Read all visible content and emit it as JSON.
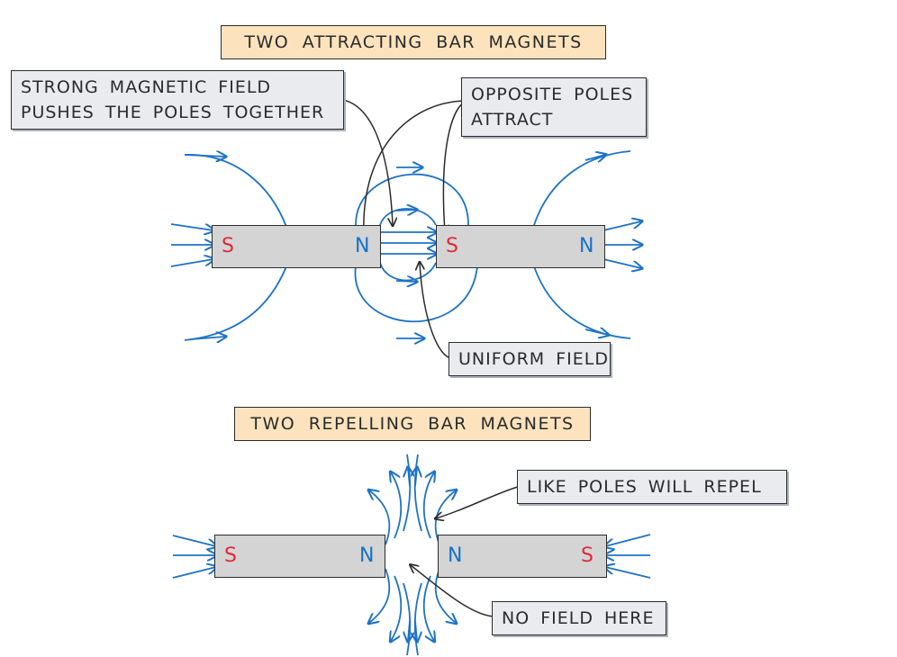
{
  "titles": {
    "attracting": "TWO ATTRACTING BAR MAGNETS",
    "repelling": "TWO REPELLING BAR MAGNETS"
  },
  "labels": {
    "strong_field_line1": "STRONG MAGNETIC FIELD",
    "strong_field_line2": "PUSHES THE POLES TOGETHER",
    "opposite_line1": "OPPOSITE POLES",
    "opposite_line2": "ATTRACT",
    "uniform": "UNIFORM FIELD",
    "like_poles": "LIKE POLES WILL REPEL",
    "no_field": "NO FIELD HERE"
  },
  "poles": {
    "south": "S",
    "north": "N"
  },
  "colors": {
    "field_line": "#1c72c8",
    "south": "#e02a3a",
    "north": "#1872c7",
    "title_bg": "#fde3bd",
    "label_bg": "#e9ebef",
    "magnet": "#d4d4d4"
  }
}
